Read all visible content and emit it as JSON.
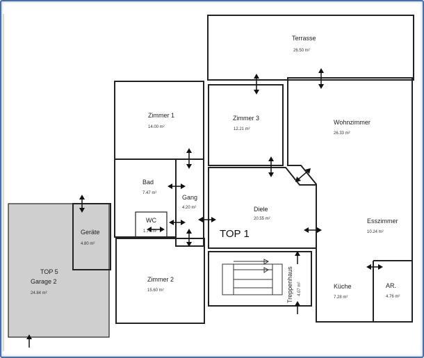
{
  "plan_label": "TOP 1",
  "rooms": {
    "terrasse": {
      "name": "Terrasse",
      "area": "26.50 m²"
    },
    "zimmer1": {
      "name": "Zimmer 1",
      "area": "14.00 m²"
    },
    "zimmer3": {
      "name": "Zimmer 3",
      "area": "12.21 m²"
    },
    "wohnzimmer": {
      "name": "Wohnzimmer",
      "area": "26.33 m²"
    },
    "bad": {
      "name": "Bad",
      "area": "7.47 m²"
    },
    "gang": {
      "name": "Gang",
      "area": "4.20 m²"
    },
    "wc": {
      "name": "WC",
      "area": "1.70 m²"
    },
    "diele": {
      "name": "Diele",
      "area": "20.55 m²"
    },
    "esszimmer": {
      "name": "Esszimmer",
      "area": "10.24 m²"
    },
    "geraete": {
      "name": "Geräte",
      "area": "4.80 m²"
    },
    "garage": {
      "name_top": "TOP 5",
      "name": "Garage 2",
      "area": "24.84 m²"
    },
    "zimmer2": {
      "name": "Zimmer 2",
      "area": "15.60 m²"
    },
    "treppenhaus": {
      "name": "Treppenhaus",
      "area": "4.07 m²"
    },
    "kueche": {
      "name": "Küche",
      "area": "7.28 m²"
    },
    "ar": {
      "name": "AR.",
      "area": "4.76 m²"
    }
  },
  "colors": {
    "frame": "#4a6fa5",
    "wall": "#222222",
    "garage_fill": "#cfcfcf"
  }
}
